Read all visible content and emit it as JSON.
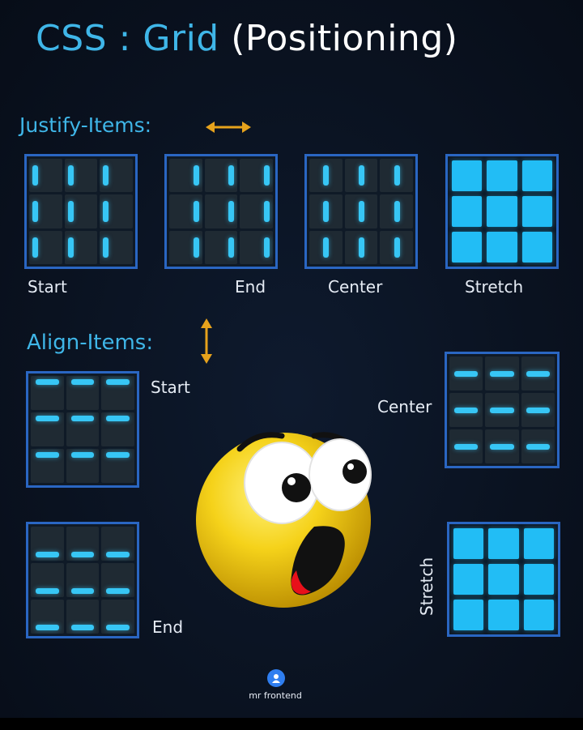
{
  "title": {
    "part1": "CSS : Grid",
    "part2": "(Positioning)"
  },
  "justify": {
    "label": "Justify-Items:",
    "arrow_icon": "left-right-arrow-icon",
    "captions": {
      "start": "Start",
      "end": "End",
      "center": "Center",
      "stretch": "Stretch"
    }
  },
  "align": {
    "label": "Align-Items:",
    "arrow_icon": "up-down-arrow-icon",
    "captions": {
      "start": "Start",
      "end": "End",
      "center": "Center",
      "stretch": "Stretch"
    }
  },
  "emoji_icon": "surprised-face-icon",
  "brand": {
    "name": "mr frontend",
    "icon": "brand-logo-icon"
  },
  "colors": {
    "accent": "#3fb6e8",
    "bar": "#37c6f5",
    "border": "#2a66c2",
    "arrow": "#e6a21c",
    "background": "#0b1322"
  }
}
